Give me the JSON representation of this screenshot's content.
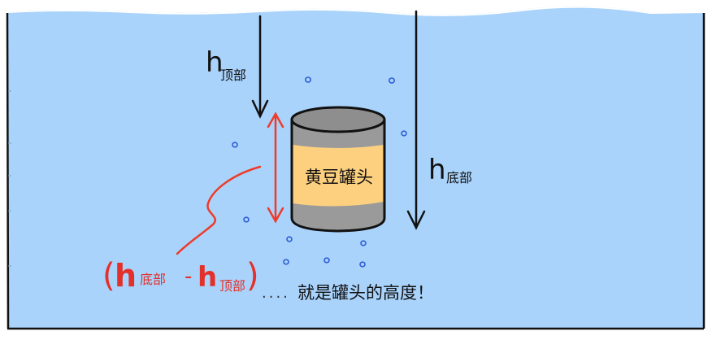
{
  "diagram": {
    "can_label": "黄豆罐头",
    "h_symbol": "h",
    "sub_top": "顶部",
    "sub_bottom": "底部",
    "formula": {
      "open_paren": "(",
      "h1": "h",
      "sub1": "底部",
      "minus": "-",
      "h2": "h",
      "sub2": "顶部",
      "close_paren": ")"
    },
    "dots": "....",
    "conclusion": "就是罐头的高度！"
  },
  "colors": {
    "water": "#a9d3fb",
    "outline": "#111111",
    "can_metal": "#9a9a9a",
    "can_label": "#fdd07f",
    "arrow_red": "#ee3b2a",
    "formula_red": "#e3302a",
    "bubble": "#2f5fd6"
  }
}
